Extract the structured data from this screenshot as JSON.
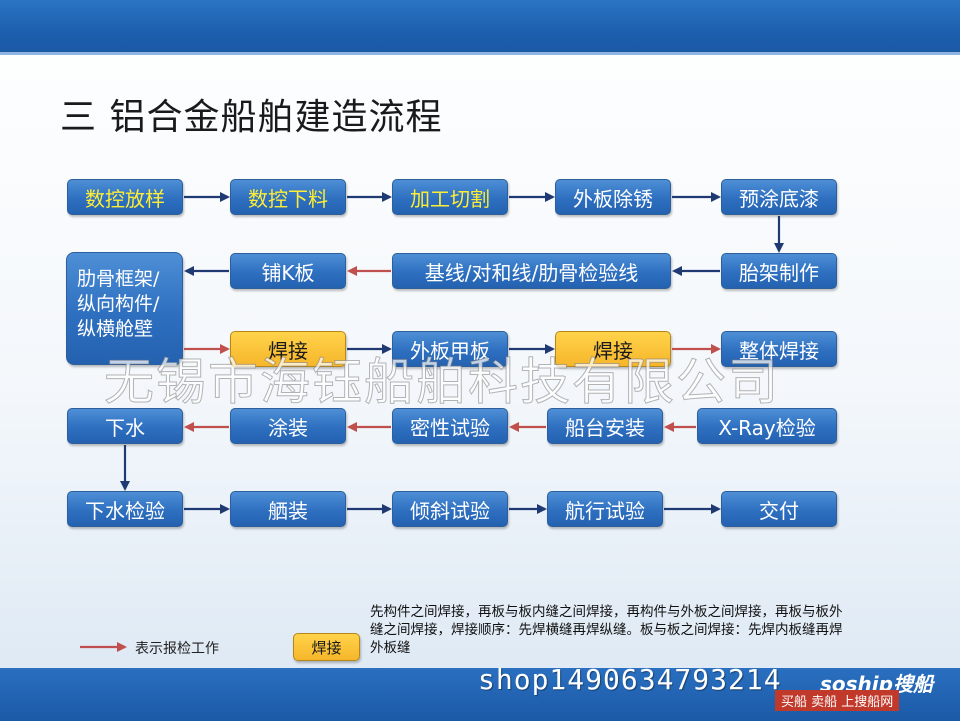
{
  "title": "三  铝合金船舶建造流程",
  "steps": {
    "row1": [
      "数控放样",
      "数控下料",
      "加工切割",
      "外板除锈",
      "预涂底漆"
    ],
    "row2": [
      "铺K板",
      "基线/对和线/肋骨检验线",
      "胎架制作"
    ],
    "frame_box": "肋骨框架/纵向构件/纵横舱壁",
    "row3": [
      "焊接",
      "外板甲板",
      "焊接",
      "整体焊接"
    ],
    "row4": [
      "下水",
      "涂装",
      "密性试验",
      "船台安装",
      "X-Ray检验"
    ],
    "row5": [
      "下水检验",
      "舾装",
      "倾斜试验",
      "航行试验",
      "交付"
    ]
  },
  "legend": {
    "inspection_label": "表示报检工作",
    "weld_label": "焊接",
    "note": "先构件之间焊接，再板与板内缝之间焊接，再构件与外板之间焊接，再板与板外缝之间焊接，焊接顺序：先焊横缝再焊纵缝。板与板之间焊接：先焊内板缝再焊外板缝"
  },
  "watermark": "无锡市海钰船舶科技有限公司",
  "footer": {
    "shop": "shop1490634793214",
    "logo": "soship搜船",
    "tagline": "买船 卖船 上搜船网"
  },
  "colors": {
    "box_blue": "#2e6fc0",
    "weld_yellow": "#f6b62b",
    "arrow_navy": "#1f3a73",
    "arrow_red": "#c0504d"
  }
}
